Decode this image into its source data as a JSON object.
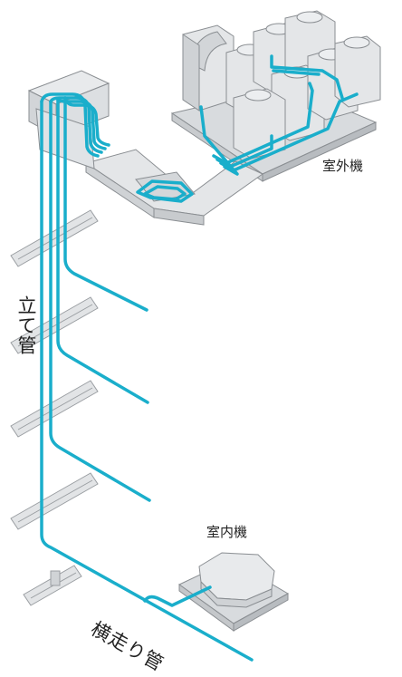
{
  "labels": {
    "outdoor_unit": "室外機",
    "indoor_unit": "室内機",
    "riser_pipe": "立て管",
    "horizontal_pipe": "横走り管"
  },
  "colors": {
    "pipe": "#1aaecb",
    "equipment_fill": "#e4e6e8",
    "equipment_stroke": "#8a8e92",
    "text": "#222222"
  }
}
